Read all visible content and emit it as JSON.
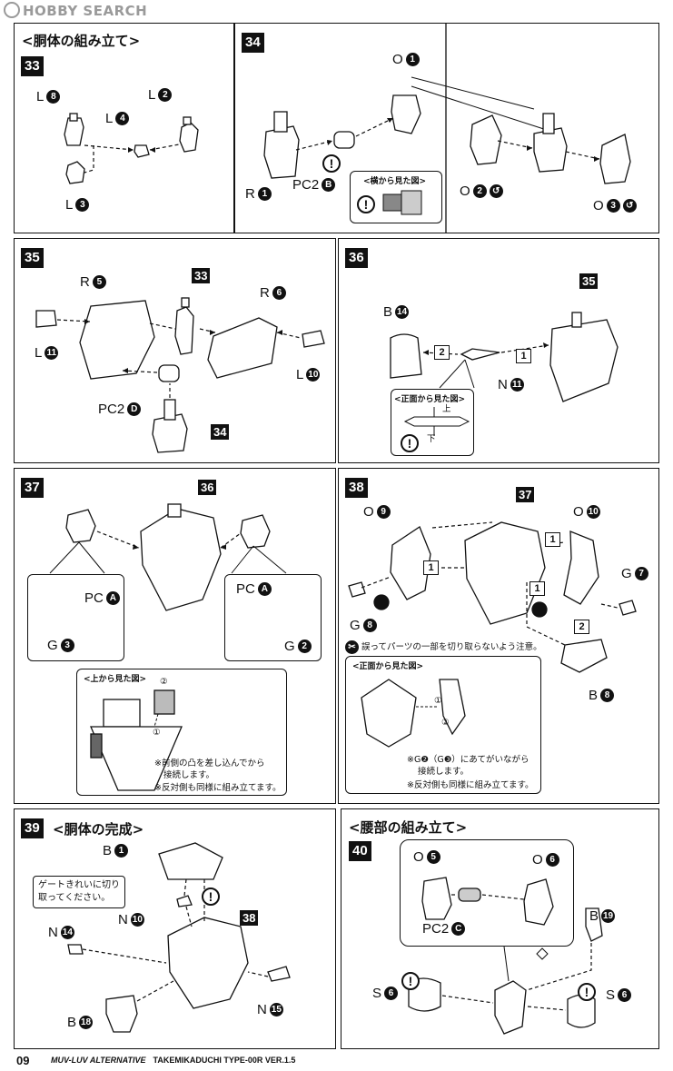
{
  "watermark": "HOBBY SEARCH",
  "page_number": "09",
  "footer": {
    "series": "MUV-LUV ALTERNATIVE",
    "product": "TAKEMIKADUCHI TYPE-00R VER.1.5"
  },
  "sections": {
    "torso_assembly": "<胴体の組み立て>",
    "torso_complete": "<胴体の完成>",
    "waist_assembly": "<腰部の組み立て>"
  },
  "steps": {
    "s33": "33",
    "s34": "34",
    "s35": "35",
    "s36": "36",
    "s37": "37",
    "s38": "38",
    "s39": "39",
    "s40": "40"
  },
  "p33": {
    "l8": "L",
    "n8": "8",
    "l2": "L",
    "n2": "2",
    "l4": "L",
    "n4": "4",
    "l3": "L",
    "n3": "3"
  },
  "p34": {
    "o1": "O",
    "n1": "1",
    "r1": "R",
    "nr1": "1",
    "pc2": "PC2",
    "pcb": "B",
    "side_view": "<横から見た図>",
    "o2": "O",
    "no2": "2",
    "o3": "O",
    "no3": "3"
  },
  "p35": {
    "r5": "R",
    "n5": "5",
    "ref33": "33",
    "r6": "R",
    "n6": "6",
    "l11": "L",
    "n11": "11",
    "l10": "L",
    "n10": "10",
    "pc2": "PC2",
    "pcd": "D",
    "ref34": "34"
  },
  "p36": {
    "b14": "B",
    "n14": "14",
    "ref35": "35",
    "step1": "1",
    "step2": "2",
    "n11l": "N",
    "n11": "11",
    "front_view": "<正面から見た図>",
    "up": "上",
    "down": "下"
  },
  "p37": {
    "ref36": "36",
    "pca_l": "PC",
    "pca_ln": "A",
    "g3": "G",
    "n3": "3",
    "pca_r": "PC",
    "pca_rn": "A",
    "g2": "G",
    "n2": "2",
    "top_view": "<上から見た図>",
    "c1": "①",
    "c2": "②",
    "note1": "※前側の凸を差し込んでから",
    "note2": "接続します。",
    "note3": "※反対側も同様に組み立てます。"
  },
  "p38": {
    "o9": "O",
    "n9": "9",
    "ref37": "37",
    "o10": "O",
    "n10": "10",
    "g7": "G",
    "n7": "7",
    "g8": "G",
    "n8": "8",
    "b8": "B",
    "nb8": "8",
    "s1a": "1",
    "s1b": "1",
    "s1c": "1",
    "s2": "2",
    "caution": "誤ってパーツの一部を切り取らないよう注意。",
    "front_view": "<正面から見た図>",
    "c1": "①",
    "c2": "②",
    "note1": "※G❷（G❸）にあてがいながら",
    "note2": "接続します。",
    "note3": "※反対側も同様に組み立てます。"
  },
  "p39": {
    "b1": "B",
    "n1": "1",
    "gate1": "ゲートきれいに切り",
    "gate2": "取ってください。",
    "n10l": "N",
    "n10": "10",
    "ref38": "38",
    "n14l": "N",
    "n14": "14",
    "n15l": "N",
    "n15": "15",
    "b18": "B",
    "n18": "18"
  },
  "p40": {
    "o5": "O",
    "n5": "5",
    "o6": "O",
    "n6": "6",
    "pc2": "PC2",
    "pcc": "C",
    "b19": "B",
    "n19": "19",
    "s6l": "S",
    "ns6l": "6",
    "s6r": "S",
    "ns6r": "6"
  },
  "warn_mark": "!"
}
